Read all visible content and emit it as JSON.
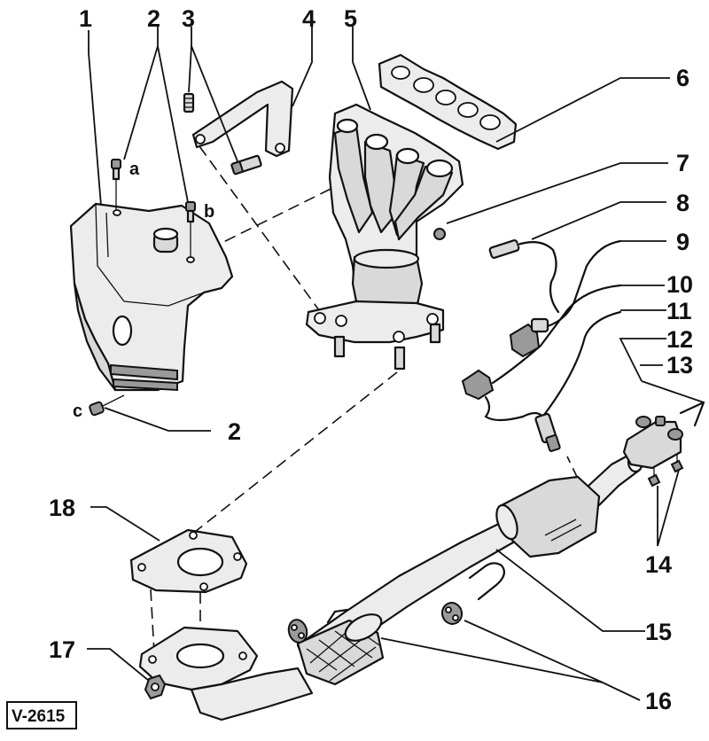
{
  "diagram": {
    "reference": "V-2615",
    "callouts": [
      {
        "id": "1",
        "text": "1"
      },
      {
        "id": "2",
        "text": "2"
      },
      {
        "id": "3",
        "text": "3"
      },
      {
        "id": "4",
        "text": "4"
      },
      {
        "id": "5",
        "text": "5"
      },
      {
        "id": "6",
        "text": "6"
      },
      {
        "id": "7",
        "text": "7"
      },
      {
        "id": "8",
        "text": "8"
      },
      {
        "id": "9",
        "text": "9"
      },
      {
        "id": "10",
        "text": "10"
      },
      {
        "id": "11",
        "text": "11"
      },
      {
        "id": "12",
        "text": "12"
      },
      {
        "id": "13",
        "text": "13"
      },
      {
        "id": "14",
        "text": "14"
      },
      {
        "id": "15",
        "text": "15"
      },
      {
        "id": "16",
        "text": "16"
      },
      {
        "id": "17",
        "text": "17"
      },
      {
        "id": "18",
        "text": "18"
      },
      {
        "id": "2b",
        "text": "2"
      }
    ],
    "bolt_letters": {
      "a": "a",
      "b": "b",
      "c": "c"
    }
  }
}
